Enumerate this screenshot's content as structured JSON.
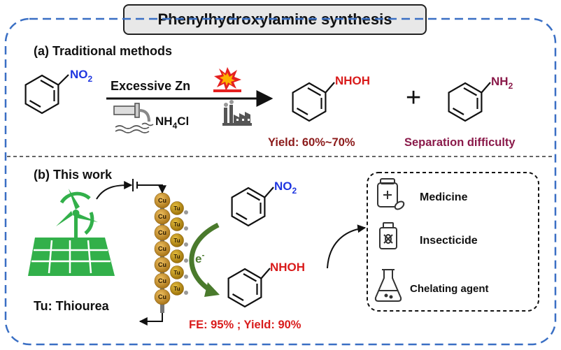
{
  "title": "Phenylhydroxylamine synthesis",
  "section_a": {
    "heading": "(a) Traditional methods",
    "reagent": "Excessive Zn",
    "nh4cl": {
      "main": "NH",
      "sub": "4",
      "rest": "Cl"
    },
    "reactant_group": {
      "main": "NO",
      "sub": "2"
    },
    "product1_group": "NHOH",
    "product2_group": {
      "main": "NH",
      "sub": "2"
    },
    "plus": "+",
    "yield": "Yield: 60%~70%",
    "issue": "Separation difficulty"
  },
  "section_b": {
    "heading": "(b) This work",
    "tu_def": "Tu:  Thiourea",
    "cu_label": "Cu",
    "tu_label": "Tu",
    "electron": {
      "main": "e",
      "sup": "-"
    },
    "reactant_group": {
      "main": "NO",
      "sub": "2"
    },
    "product_group": "NHOH",
    "result": "FE: 95% ; Yield: 90%",
    "applications": [
      "Medicine",
      "Insecticide",
      "Chelating agent"
    ]
  },
  "colors": {
    "dashed_border": "#3a6fc4",
    "nitro": "#1f36e0",
    "red_text": "#d91c1c",
    "nh2": "#8a1a4a",
    "dark_red": "#8b1a1a",
    "green": "#32b04a",
    "arrow_green": "#4a7a2c",
    "cu_fill": "#c9922a",
    "tu_fill": "#b8860b"
  }
}
